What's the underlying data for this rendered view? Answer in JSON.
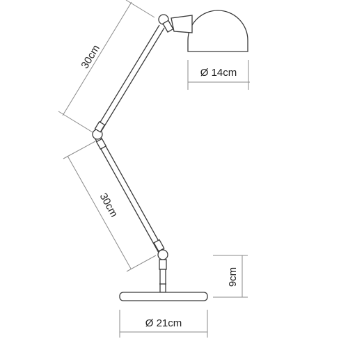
{
  "dimensions": {
    "upper_arm_length": "30cm",
    "lower_arm_length": "30cm",
    "shade_diameter": "Ø 14cm",
    "base_diameter": "Ø 21cm",
    "base_height": "9cm"
  },
  "colors": {
    "line": "#3a3a3a",
    "dimension_line": "#8a8a8a",
    "background": "#ffffff"
  }
}
